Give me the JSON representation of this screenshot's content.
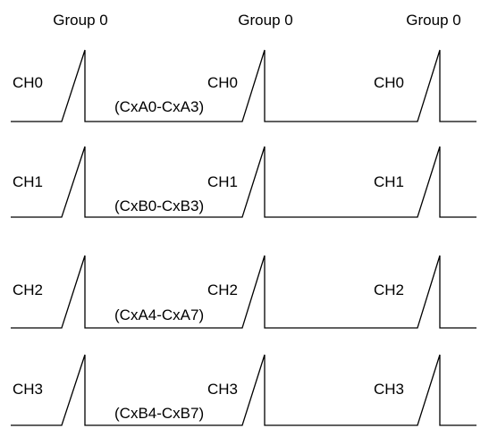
{
  "colors": {
    "line": "#000000",
    "background": "#ffffff"
  },
  "groups": [
    {
      "label": "Group 0"
    },
    {
      "label": "Group 0"
    },
    {
      "label": "Group 0"
    }
  ],
  "rows": [
    {
      "labels": [
        "CH0",
        "CH0",
        "CH0"
      ],
      "sublabel": "(CxA0-CxA3)"
    },
    {
      "labels": [
        "CH1",
        "CH1",
        "CH1"
      ],
      "sublabel": "(CxB0-CxB3)"
    },
    {
      "labels": [
        "CH2",
        "CH2",
        "CH2"
      ],
      "sublabel": "(CxA4-CxA7)"
    },
    {
      "labels": [
        "CH3",
        "CH3",
        "CH3"
      ],
      "sublabel": "(CxB4-CxB7)"
    }
  ]
}
